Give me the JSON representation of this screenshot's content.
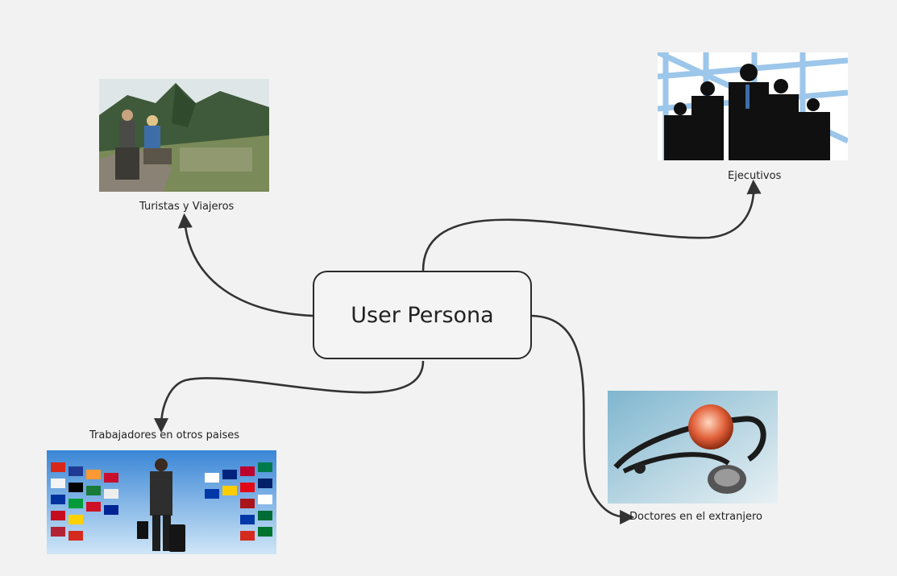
{
  "diagram": {
    "central": "User Persona",
    "nodes": [
      {
        "id": "tourists",
        "label": "Turistas y Viajeros",
        "image": "tourists-at-machu-picchu"
      },
      {
        "id": "executives",
        "label": "Ejecutivos",
        "image": "business-executives-silhouettes"
      },
      {
        "id": "workers",
        "label": "Trabajadores en otros paises",
        "image": "traveler-with-world-flags"
      },
      {
        "id": "doctors",
        "label": "Doctores en el extranjero",
        "image": "stethoscope-with-globe"
      }
    ]
  },
  "colors": {
    "background": "#f2f2f2",
    "connector": "#333333",
    "node_border": "#2b2b2b"
  }
}
